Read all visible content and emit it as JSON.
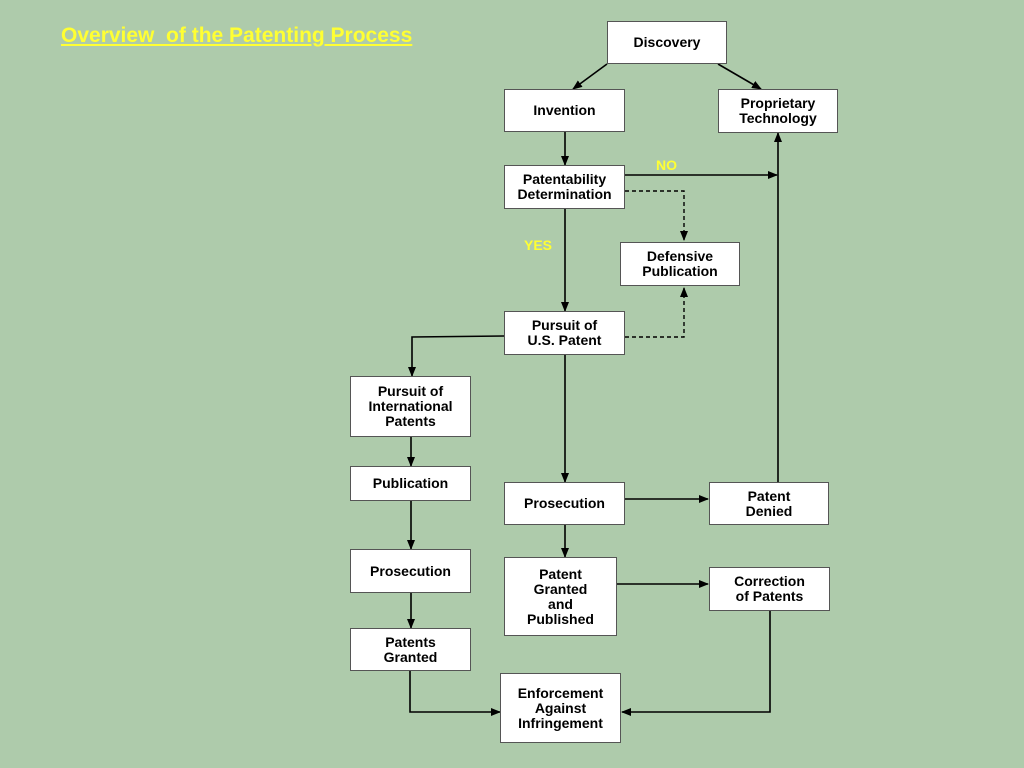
{
  "title": "Overview  of the Patenting Process",
  "nodes": {
    "discovery": "Discovery",
    "invention": "Invention",
    "proprietary": "Proprietary\nTechnology",
    "patentability": "Patentability\nDetermination",
    "defensive": "Defensive\nPublication",
    "pursuit_us": "Pursuit of\nU.S. Patent",
    "pursuit_intl": "Pursuit of\nInternational\nPatents",
    "publication": "Publication",
    "prosecution_intl": "Prosecution",
    "patents_granted": "Patents\nGranted",
    "prosecution_us": "Prosecution",
    "patent_denied": "Patent\nDenied",
    "granted_published": "Patent\nGranted\nand\nPublished",
    "correction": "Correction\nof Patents",
    "enforcement": "Enforcement\nAgainst\nInfringement"
  },
  "edge_labels": {
    "no": "NO",
    "yes": "YES"
  }
}
